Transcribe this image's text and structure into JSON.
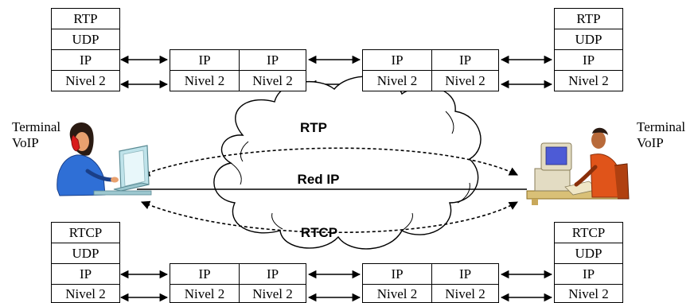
{
  "stacks": {
    "rtp_left": [
      "RTP",
      "UDP",
      "IP",
      "Nivel 2"
    ],
    "rtp_right": [
      "RTP",
      "UDP",
      "IP",
      "Nivel 2"
    ],
    "rtcp_left": [
      "RTCP",
      "UDP",
      "IP",
      "Nivel 2"
    ],
    "rtcp_right": [
      "RTCP",
      "UDP",
      "IP",
      "Nivel 2"
    ],
    "router_ip": "IP",
    "router_l2": "Nivel 2"
  },
  "terminals": {
    "left": {
      "line1": "Terminal",
      "line2": "VoIP"
    },
    "right": {
      "line1": "Terminal",
      "line2": "VoIP"
    }
  },
  "cloud": {
    "rtp": "RTP",
    "network": "Red IP",
    "rtcp": "RTCP"
  }
}
